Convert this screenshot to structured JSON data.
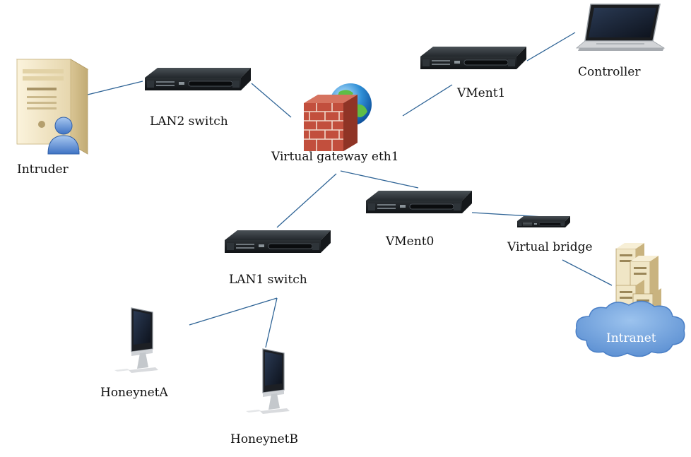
{
  "nodes": {
    "intruder": "Intruder",
    "lan2_switch": "LAN2 switch",
    "virtual_gateway": "Virtual gateway eth1",
    "vment1": "VMent1",
    "controller": "Controller",
    "vment0": "VMent0",
    "virtual_bridge": "Virtual bridge",
    "lan1_switch": "LAN1 switch",
    "intranet": "Intranet",
    "honeynet_a": "HoneynetA",
    "honeynet_b": "HoneynetB"
  },
  "icons": {
    "intruder": "server-tower-with-user-icon",
    "switch": "rack-switch-icon",
    "gateway": "firewall-globe-icon",
    "controller": "laptop-icon",
    "honeynet": "desktop-computer-icon",
    "intranet": "server-cluster-cloud-icon"
  },
  "colors": {
    "link": "#2f6496",
    "cloud": "#6f9fd8",
    "firewall": "#b0483a",
    "switch": "#1f2326"
  }
}
